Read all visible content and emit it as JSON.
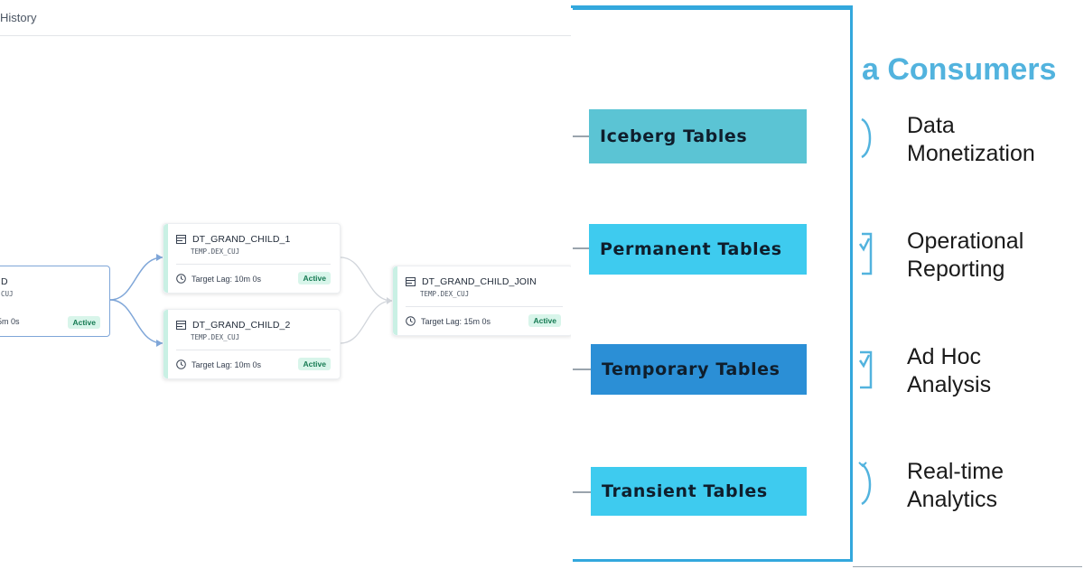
{
  "lineage_panel": {
    "tab_label": "History",
    "nodes": [
      {
        "id": "parent",
        "name": "D",
        "schema": "CUJ",
        "target_lag": "5m 0s",
        "status": "Active"
      },
      {
        "id": "gc1",
        "name": "DT_GRAND_CHILD_1",
        "schema": "TEMP.DEX_CUJ",
        "target_lag": "Target Lag: 10m 0s",
        "status": "Active"
      },
      {
        "id": "gc2",
        "name": "DT_GRAND_CHILD_2",
        "schema": "TEMP.DEX_CUJ",
        "target_lag": "Target Lag: 10m 0s",
        "status": "Active"
      },
      {
        "id": "join",
        "name": "DT_GRAND_CHILD_JOIN",
        "schema": "TEMP.DEX_CUJ",
        "target_lag": "Target Lag: 15m 0s",
        "status": "Active"
      }
    ],
    "colors": {
      "accent": "#c9f0e4",
      "badge_bg": "#d8f5ea",
      "badge_text": "#157a52",
      "edge_blue": "#7fa6d8",
      "edge_gray": "#d1d5db"
    }
  },
  "diagram": {
    "tables": [
      {
        "label": "Iceberg Tables",
        "color": "#5bc4d4"
      },
      {
        "label": "Permanent Tables",
        "color": "#3ecbef"
      },
      {
        "label": "Temporary Tables",
        "color": "#2b8fd6"
      },
      {
        "label": "Transient Tables",
        "color": "#3ecbef"
      }
    ],
    "consumers_title": "a Consumers",
    "consumers": [
      {
        "line1": "Data",
        "line2": "Monetization",
        "icon": "arc-icon"
      },
      {
        "line1": "Operational",
        "line2": "Reporting",
        "icon": "clipboard-check-icon"
      },
      {
        "line1": "Ad Hoc",
        "line2": "Analysis",
        "icon": "clipboard-check-icon"
      },
      {
        "line1": "Real-time",
        "line2": "Analytics",
        "icon": "refresh-arc-icon"
      }
    ],
    "colors": {
      "frame": "#33a8dd",
      "title": "#52b3de",
      "icon": "#52b3de"
    }
  }
}
